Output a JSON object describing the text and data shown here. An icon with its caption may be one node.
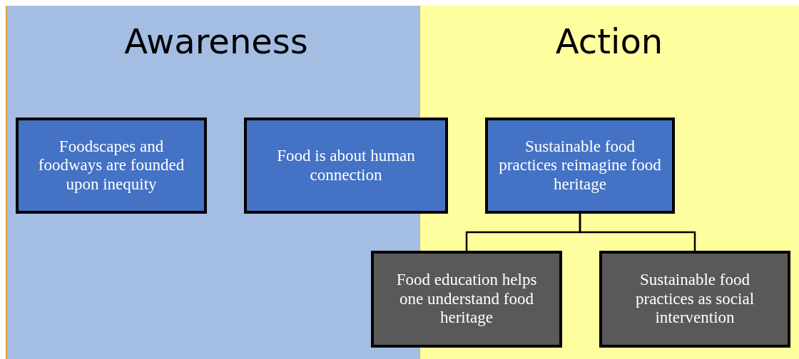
{
  "diagram": {
    "nodes": [
      {
        "text": [
          "Foodscapes and foodways are founded upon inequity"
        ]
      },
      {
        "text": [
          "Food is about human connection"
        ]
      },
      {
        "text": [
          "Sustainable food practices reimagine food heritage"
        ]
      },
      {
        "text": [
          "Food education helps one understand food heritage"
        ]
      },
      {
        "text": [
          "Sustainable food practices as social intervention"
        ]
      }
    ],
    "edges": [
      {
        "from": 2,
        "to": 3,
        "arrow": "none"
      },
      {
        "from": 2,
        "to": 4,
        "arrow": "none"
      }
    ],
    "labels": [
      "Awareness",
      "Action"
    ]
  }
}
